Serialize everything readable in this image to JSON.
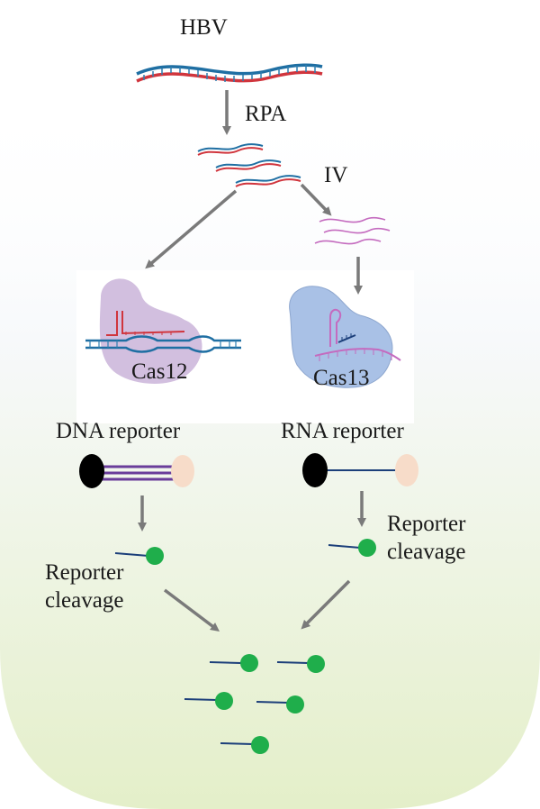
{
  "labels": {
    "hbv": "HBV",
    "rpa": "RPA",
    "iv": "IV",
    "cas12": "Cas12",
    "cas13": "Cas13",
    "dna_reporter": "DNA reporter",
    "rna_reporter": "RNA reporter",
    "reporter_cleavage_left": [
      "Reporter",
      "cleavage"
    ],
    "reporter_cleavage_right": [
      "Reporter",
      "cleavage"
    ]
  },
  "colors": {
    "dna_strand_blue": "#1f6fa3",
    "dna_strand_red": "#d0353d",
    "rna_pink": "#c46bbf",
    "cas12_body": "#cdb8dc",
    "cas13_body": "#a9c1e6",
    "arrow_gray": "#7a7a7a",
    "quencher_black": "#000000",
    "fluorophore_peach": "#f7dcc9",
    "cleaved_green": "#1fae4b",
    "dna_reporter_linker": "#6a3d9a",
    "rna_reporter_linker": "#1c3f7a",
    "background_gradient_bottom": "#e6f0cf"
  },
  "icons": [
    "dna-double-helix-icon",
    "rna-strand-icon",
    "cas12-complex-icon",
    "cas13-complex-icon",
    "quencher-icon",
    "fluorophore-icon",
    "cleaved-reporter-icon"
  ]
}
